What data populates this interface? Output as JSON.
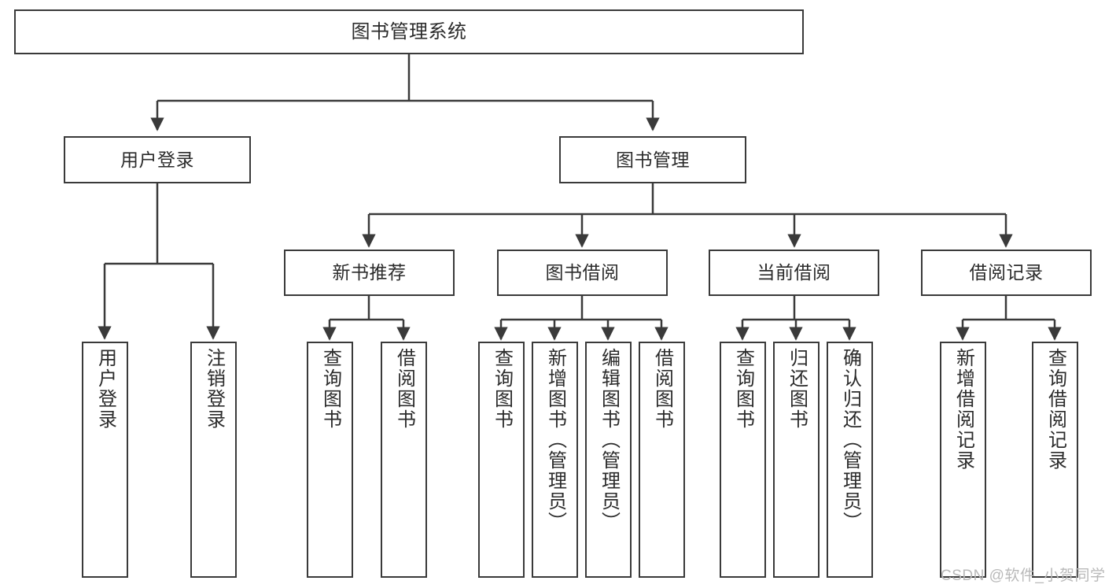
{
  "diagram": {
    "type": "tree-hierarchy-chart",
    "title": "图书管理系统",
    "watermark": "CSDN @软件_小贺同学",
    "theme": {
      "stroke": "#3a3a3a",
      "fill": "#ffffff",
      "text": "#2b2b2b",
      "watermark_color": "#b9b9b9",
      "background": "#ffffff"
    },
    "nodes": {
      "root": {
        "label": "图书管理系统",
        "level": 0
      },
      "user_login": {
        "label": "用户登录",
        "level": 1
      },
      "book_manage": {
        "label": "图书管理",
        "level": 1
      },
      "new_book_rec": {
        "label": "新书推荐",
        "level": 2
      },
      "book_borrow": {
        "label": "图书借阅",
        "level": 2
      },
      "current_borrow": {
        "label": "当前借阅",
        "level": 2
      },
      "borrow_record": {
        "label": "借阅记录",
        "level": 2
      },
      "leaf_user_login": {
        "label": "用户登录",
        "level": 3
      },
      "leaf_logout": {
        "label": "注销登录",
        "level": 3
      },
      "leaf_query_book_1": {
        "label": "查询图书",
        "level": 3
      },
      "leaf_borrow_book_1": {
        "label": "借阅图书",
        "level": 3
      },
      "leaf_query_book_2": {
        "label": "查询图书",
        "level": 3
      },
      "leaf_add_book": {
        "label": "新增图书（管理员）",
        "level": 3
      },
      "leaf_edit_book": {
        "label": "编辑图书（管理员）",
        "level": 3
      },
      "leaf_borrow_book_2": {
        "label": "借阅图书",
        "level": 3
      },
      "leaf_query_book_3": {
        "label": "查询图书",
        "level": 3
      },
      "leaf_return_book": {
        "label": "归还图书",
        "level": 3
      },
      "leaf_confirm_return": {
        "label": "确认归还（管理员）",
        "level": 3
      },
      "leaf_add_record": {
        "label": "新增借阅记录",
        "level": 3
      },
      "leaf_query_record": {
        "label": "查询借阅记录",
        "level": 3
      }
    },
    "edges": [
      {
        "from": "root",
        "to": "user_login"
      },
      {
        "from": "root",
        "to": "book_manage"
      },
      {
        "from": "user_login",
        "to": "leaf_user_login"
      },
      {
        "from": "user_login",
        "to": "leaf_logout"
      },
      {
        "from": "book_manage",
        "to": "new_book_rec"
      },
      {
        "from": "book_manage",
        "to": "book_borrow"
      },
      {
        "from": "book_manage",
        "to": "current_borrow"
      },
      {
        "from": "book_manage",
        "to": "borrow_record"
      },
      {
        "from": "new_book_rec",
        "to": "leaf_query_book_1"
      },
      {
        "from": "new_book_rec",
        "to": "leaf_borrow_book_1"
      },
      {
        "from": "book_borrow",
        "to": "leaf_query_book_2"
      },
      {
        "from": "book_borrow",
        "to": "leaf_add_book"
      },
      {
        "from": "book_borrow",
        "to": "leaf_edit_book"
      },
      {
        "from": "book_borrow",
        "to": "leaf_borrow_book_2"
      },
      {
        "from": "current_borrow",
        "to": "leaf_query_book_3"
      },
      {
        "from": "current_borrow",
        "to": "leaf_return_book"
      },
      {
        "from": "current_borrow",
        "to": "leaf_confirm_return"
      },
      {
        "from": "borrow_record",
        "to": "leaf_add_record"
      },
      {
        "from": "borrow_record",
        "to": "leaf_query_record"
      }
    ]
  }
}
